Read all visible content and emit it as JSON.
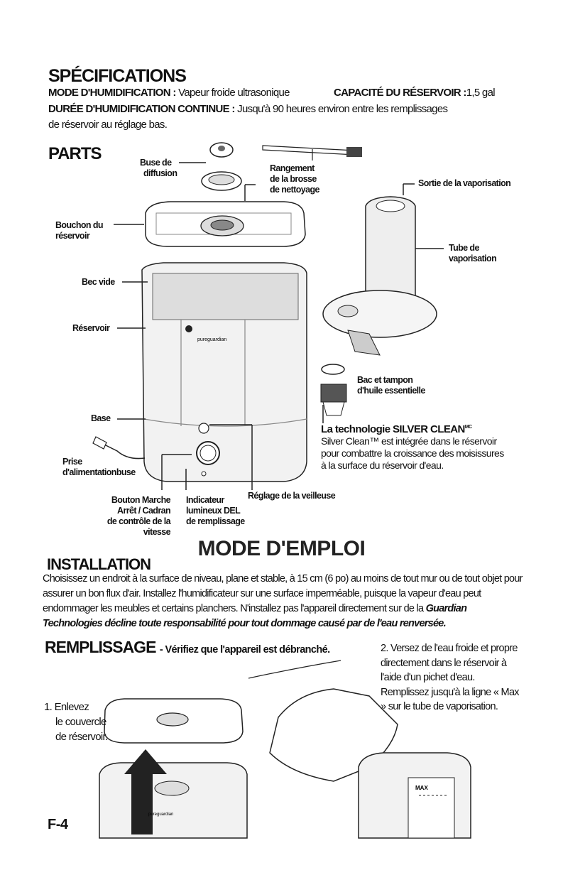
{
  "specifications": {
    "title": "SPÉCIFICATIONS",
    "mode_label": "MODE D'HUMIDIFICATION :",
    "mode_value": "Vapeur froide ultrasonique",
    "capacity_label": "CAPACITÉ DU RÉSERVOIR :",
    "capacity_value": "1,5 gal",
    "duration_label": "DURÉE D'HUMIDIFICATION CONTINUE :",
    "duration_value": "Jusqu'à 90 heures environ entre les remplissages",
    "duration_value_2": "de réservoir au réglage bas."
  },
  "parts": {
    "title": "PARTS",
    "buse": [
      "Buse de",
      "diffusion"
    ],
    "rangement": [
      "Rangement",
      "de la brosse",
      "de nettoyage"
    ],
    "sortie": "Sortie de la vaporisation",
    "bouchon": [
      "Bouchon du",
      "réservoir"
    ],
    "tube": [
      "Tube de",
      "vaporisation"
    ],
    "bec": "Bec vide",
    "reservoir": "Réservoir",
    "bac": [
      "Bac et tampon",
      "d'huile essentielle"
    ],
    "base": "Base",
    "prise": [
      "Prise",
      "d'alimentationbuse"
    ],
    "bouton": [
      "Bouton Marche",
      "Arrêt / Cadran",
      "de contrôle de la",
      "vitesse"
    ],
    "indicateur": [
      "Indicateur",
      "lumineux DEL",
      "de remplissage"
    ],
    "reglage": "Réglage de la veilleuse",
    "brand": "pureguardian",
    "max_label": "MAX"
  },
  "silver": {
    "title": "La technologie SILVER CLEAN",
    "title_mark": "MC",
    "line1": "Silver Clean™ est intégrée dans le réservoir",
    "line2": "pour combattre la croissance des moisissures",
    "line3": "à la surface du réservoir d'eau."
  },
  "mode_emploi": "MODE D'EMPLOI",
  "installation": {
    "title": "INSTALLATION",
    "text": "Choisissez un endroit à la surface de niveau, plane et stable, à 15 cm (6 po) au moins de tout mur ou de tout objet pour assurer un bon flux d'air. Installez l'humidificateur sur une surface imperméable, puisque la vapeur d'eau peut endommager les meubles et certains planchers. N'installez pas l'appareil directement sur de la",
    "warning": "Guardian Technologies décline toute responsabilité pour tout dommage causé par de l'eau renversée."
  },
  "remplissage": {
    "title": "REMPLISSAGE",
    "subtitle": "- Vérifiez que l'appareil est débranché.",
    "step1": [
      "1. Enlevez",
      "le couvercle",
      "de réservoir."
    ],
    "step2": "2. Versez de l'eau froide et propre directement dans le réservoir à l'aide d'un pichet d'eau. Remplissez jusqu'à la ligne « Max » sur le tube de vaporisation."
  },
  "page_number": "F-4"
}
